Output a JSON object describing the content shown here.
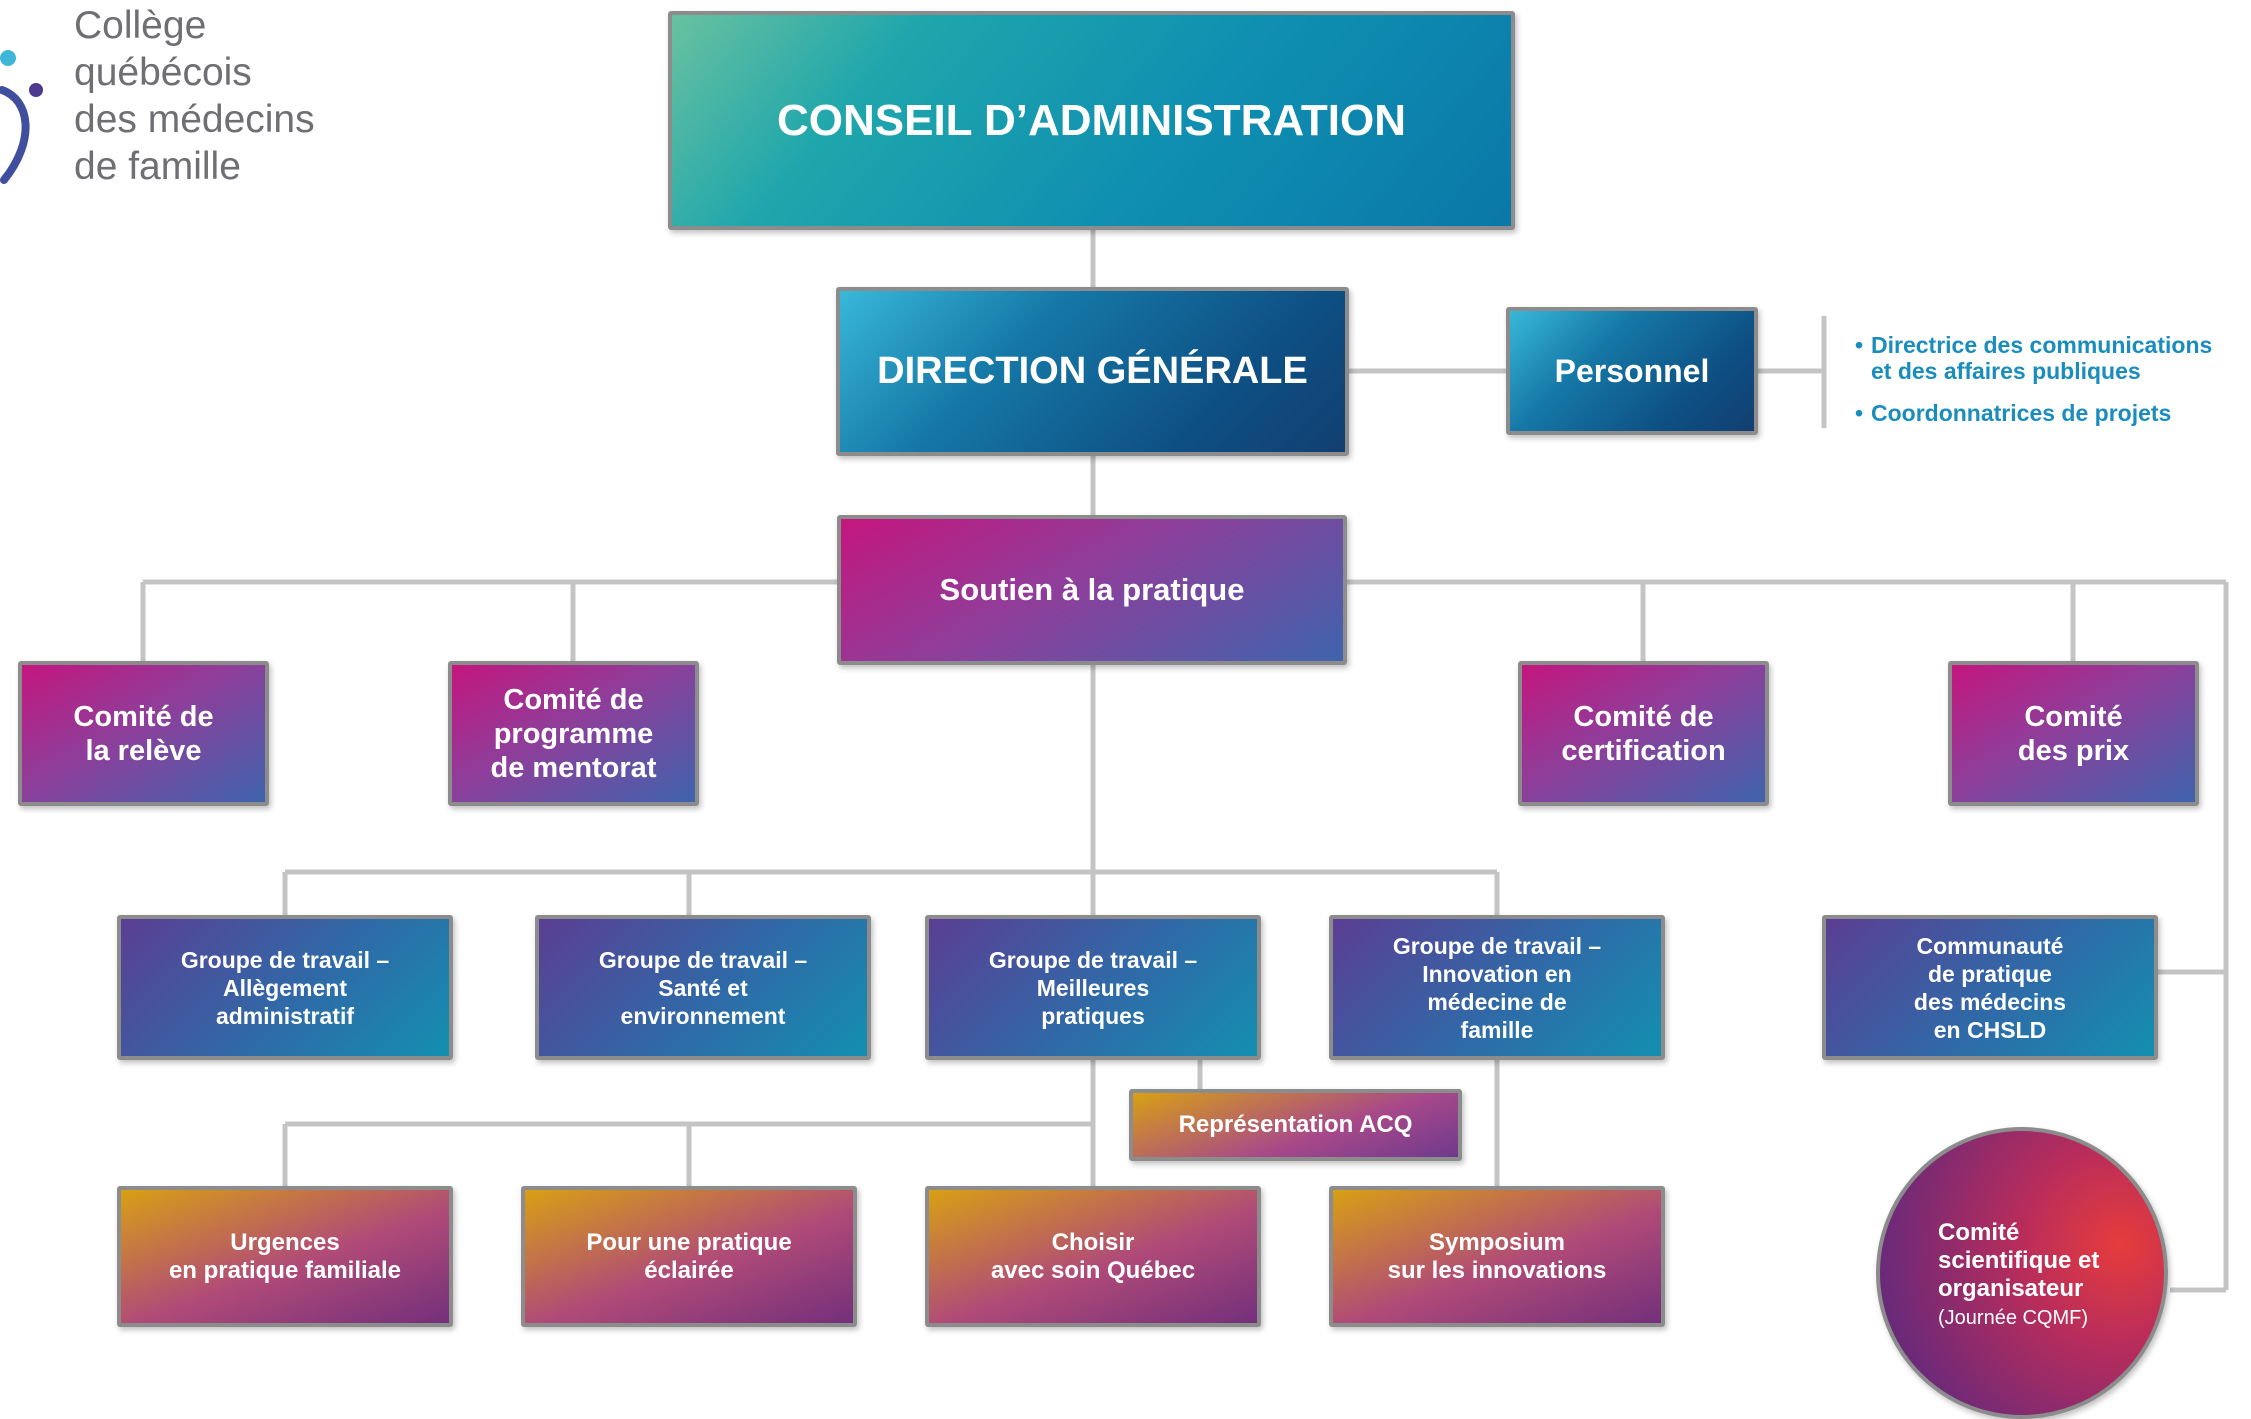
{
  "logo": {
    "text": "Collège\nquébécois\ndes médecins\nde famille"
  },
  "board": {
    "label": "CONSEIL D’ADMINISTRATION"
  },
  "direction": {
    "label": "DIRECTION GÉNÉRALE"
  },
  "staff": {
    "label": "Personnel",
    "members": [
      "Directrice des communications\net des affaires publiques",
      "Coordonnatrices de projets"
    ]
  },
  "support": {
    "label": "Soutien à la pratique"
  },
  "committees": [
    "Comité de\nla relève",
    "Comité de\nprogramme\nde mentorat",
    "Comité de\ncertification",
    "Comité\ndes prix"
  ],
  "working_groups": [
    "Groupe de travail –\nAllègement\nadministratif",
    "Groupe de travail –\nSanté et\nenvironnement",
    "Groupe de travail –\nMeilleures\npratiques",
    "Groupe de travail –\nInnovation en\nmédecine de\nfamille"
  ],
  "community": {
    "label": "Communauté\nde pratique\ndes médecins\nen CHSLD"
  },
  "representation": {
    "label": "Représentation ACQ"
  },
  "projects": [
    "Urgences\nen pratique familiale",
    "Pour une pratique\néclairée",
    "Choisir\navec soin Québec",
    "Symposium\nsur les innovations"
  ],
  "scientific_committee": {
    "label": "Comité\nscientifique et\norganisateur",
    "sublabel": "(Journée CQMF)"
  },
  "colors": {
    "connector": "#c4c4c4",
    "box_border": "#8c8c8c",
    "staff_text": "#1a8dbd",
    "logo_text": "#6e6e73"
  }
}
